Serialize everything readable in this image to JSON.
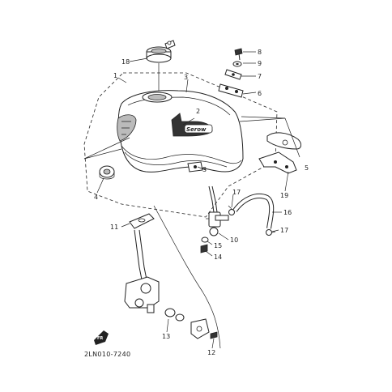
{
  "diagram": {
    "drawing_code": "2LN010-7240",
    "tank_logo_text": "Serow",
    "fr_mark_text": "FR",
    "callouts": {
      "c1": "1",
      "c2": "2",
      "c3a": "3",
      "c3b": "3",
      "c4": "4",
      "c5": "5",
      "c6": "6",
      "c7": "7",
      "c8": "8",
      "c9": "9",
      "c10": "10",
      "c11": "11",
      "c12": "12",
      "c13": "13",
      "c14": "14",
      "c15": "15",
      "c16": "16",
      "c17a": "17",
      "c17b": "17",
      "c18": "18",
      "c19": "19"
    }
  }
}
